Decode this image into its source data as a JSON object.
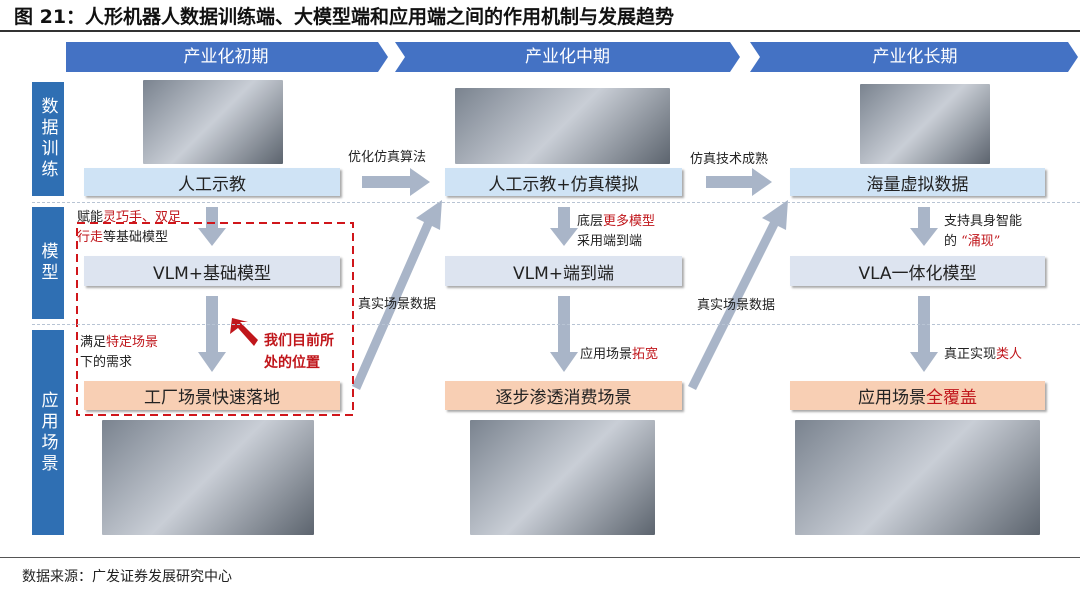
{
  "title": "图 21：人形机器人数据训练端、大模型端和应用端之间的作用机制与发展趋势",
  "source": "数据来源：广发证券发展研究中心",
  "rows": [
    "数据训练",
    "模型",
    "应用场景"
  ],
  "phases": [
    "产业化初期",
    "产业化中期",
    "产业化长期"
  ],
  "early": {
    "data": "人工示教",
    "model": "VLM+基础模型",
    "app": "工厂场景快速落地",
    "note1": {
      "a": "赋能",
      "b": "灵巧手、双足",
      "c": "行走",
      "d": "等基础模型"
    },
    "note2": {
      "a": "满足",
      "b": "特定场景",
      "c": "下的需求"
    },
    "position": [
      "我们目前所",
      "处的位置"
    ]
  },
  "mid": {
    "data": "人工示教+仿真模拟",
    "model": "VLM+端到端",
    "app": "逐步渗透消费场景",
    "note1": {
      "a": "底层",
      "b": "更多模型",
      "c": "采用端到端"
    },
    "note2": {
      "a": "应用场景",
      "b": "拓宽"
    }
  },
  "late": {
    "data": "海量虚拟数据",
    "model": "VLA一体化模型",
    "app_a": "应用场景",
    "app_b": "全覆盖",
    "note1": {
      "a": "支持具身智能",
      "b": "的",
      "c": "“涌现”"
    },
    "note2": {
      "a": "真正实现",
      "b": "类人"
    }
  },
  "arrows": {
    "h1": "优化仿真算法",
    "h2": "仿真技术成熟",
    "d1": "真实场景数据",
    "d2": "真实场景数据"
  },
  "colors": {
    "accent": "#2f6fb3",
    "red": "#c0161b",
    "arrow": "#a9b5c8"
  }
}
